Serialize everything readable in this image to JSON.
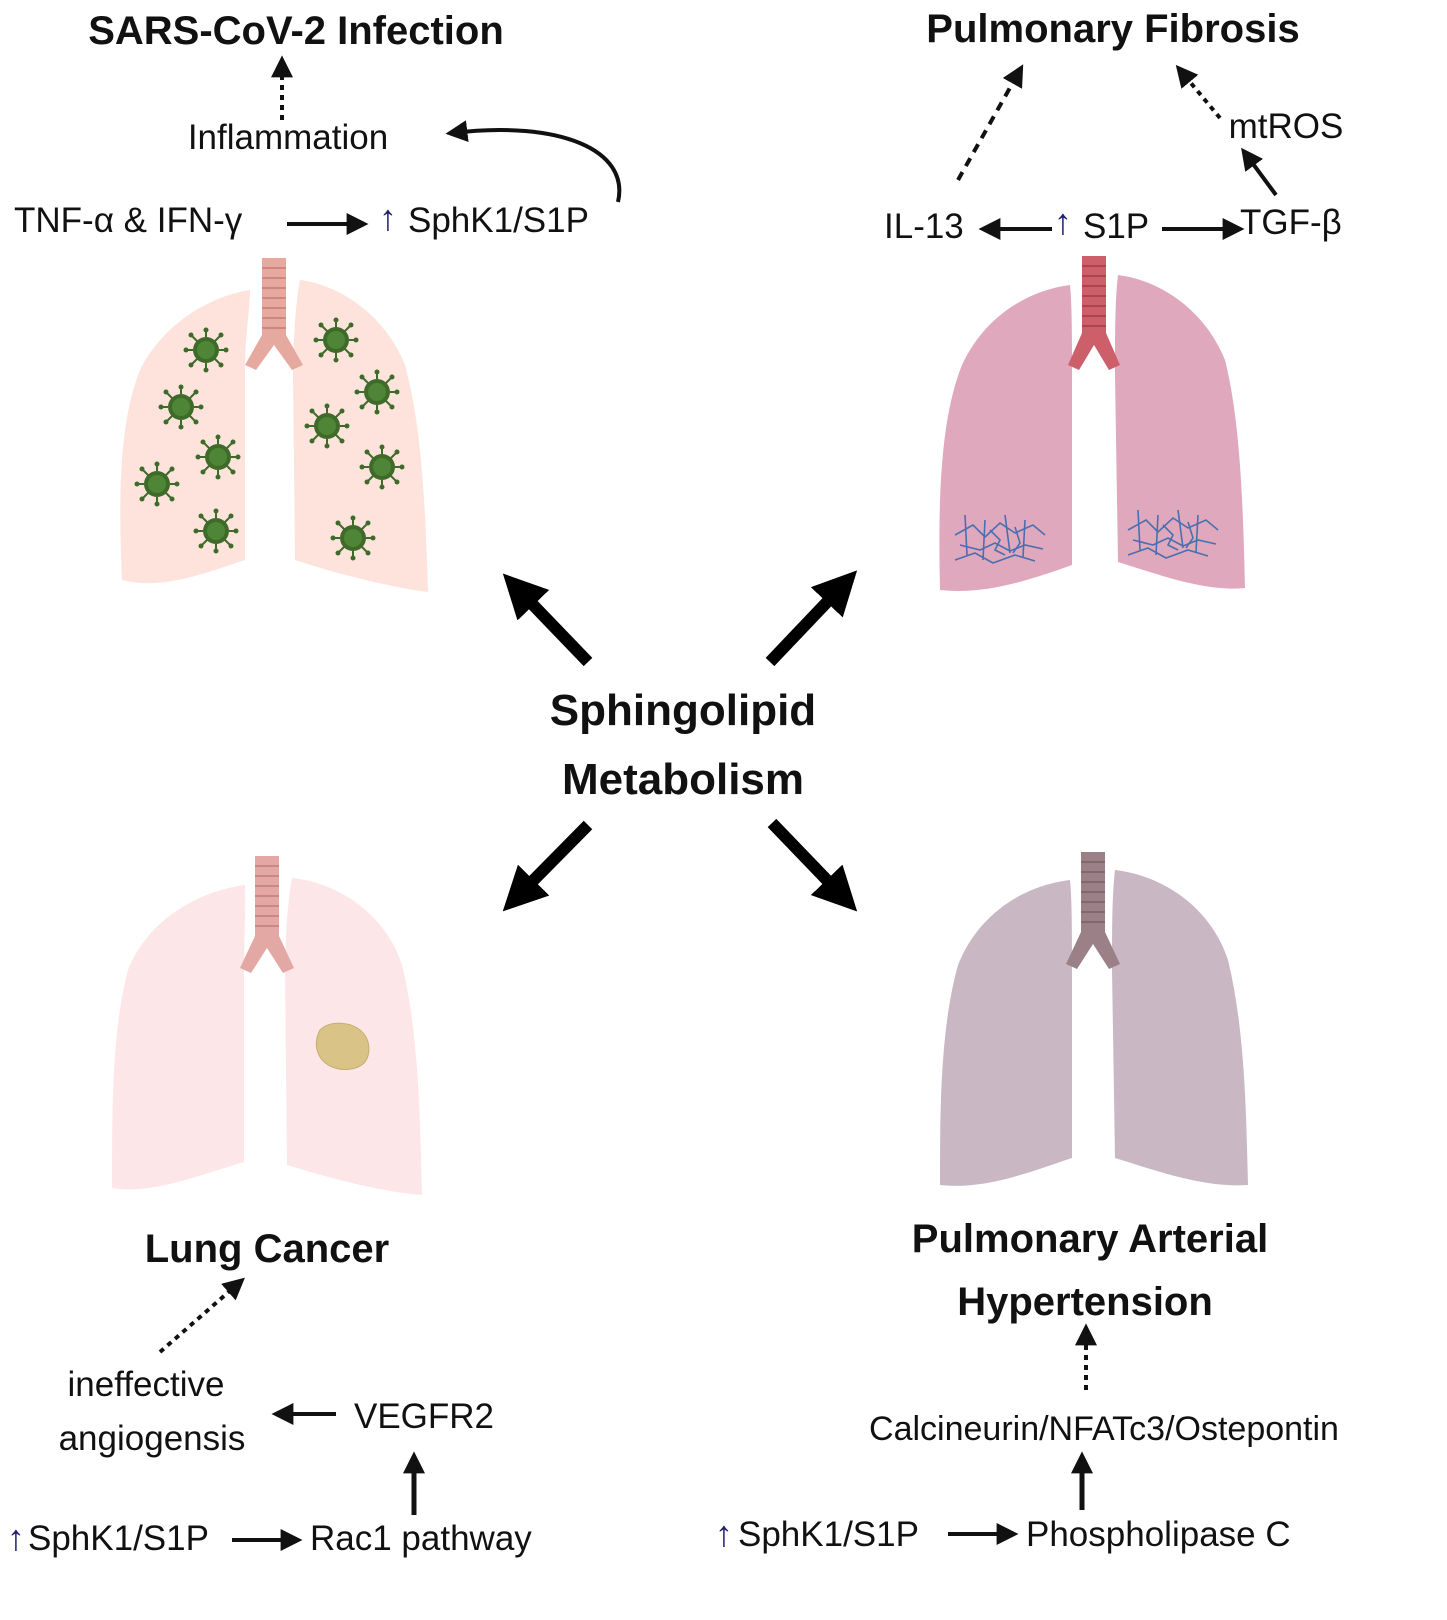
{
  "center": {
    "line1": "Sphingolipid",
    "line2": "Metabolism"
  },
  "covid": {
    "title": "SARS-CoV-2 Infection",
    "inflammation": "Inflammation",
    "cytokines": "TNF-α & IFN-γ",
    "sphk": "SphK1/S1P"
  },
  "fibrosis": {
    "title": "Pulmonary Fibrosis",
    "mtros": "mtROS",
    "il13": "IL-13",
    "s1p": "S1P",
    "tgf": "TGF-β"
  },
  "cancer": {
    "title": "Lung Cancer",
    "angio_line1": "ineffective",
    "angio_line2": "angiogensis",
    "vegfr2": "VEGFR2",
    "sphk": "SphK1/S1P",
    "rac1": "Rac1 pathway"
  },
  "pah": {
    "title_line1": "Pulmonary Arterial",
    "title_line2": "Hypertension",
    "calcineurin": "Calcineurin/NFATc3/Ostepontin",
    "sphk": "SphK1/S1P",
    "plc": "Phospholipase C"
  },
  "icons": {
    "up_arrow": "↑",
    "virus": "virus-icon",
    "fibrosis": "fibrosis-scar-icon",
    "tumor": "tumor-icon",
    "lung": "lung-icon"
  },
  "colors": {
    "covid_lung": "#fde3db",
    "fibrosis_lung": "#e0a8bd",
    "cancer_lung": "#fde6e8",
    "pah_lung": "#c9b8c4",
    "virus": "#3f6b2a",
    "tumor": "#d9c387",
    "scar": "#4a6fb0"
  }
}
